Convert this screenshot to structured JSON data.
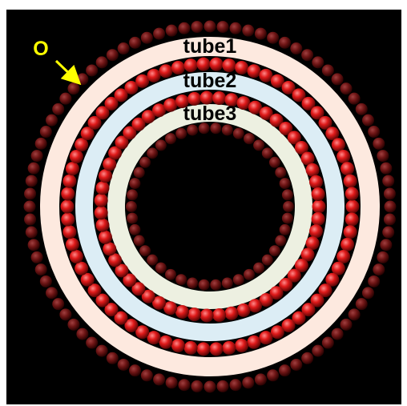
{
  "labels": {
    "tube1": "tube1",
    "tube2": "tube2",
    "tube3": "tube3",
    "origin": "O"
  },
  "colors": {
    "background": "#000000",
    "tube1_band": "#fde9df",
    "tube2_band": "#dcedf5",
    "tube3_band": "#edf0e1",
    "bead": "#e01a1a",
    "pointer": "#ffff00"
  }
}
